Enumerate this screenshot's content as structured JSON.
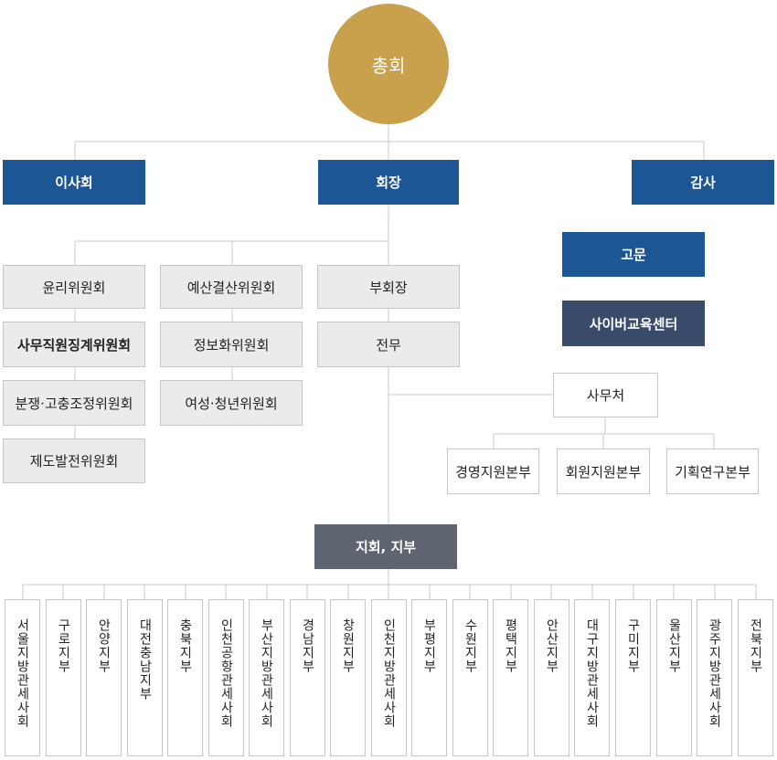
{
  "assembly": "총회",
  "board": "이사회",
  "president": "회장",
  "auditor": "감사",
  "advisor": "고문",
  "cyber_center": "사이버교육센터",
  "committees": {
    "ethics": "윤리위원회",
    "staff_discipline": "사무직원징계위원회",
    "dispute": "분쟁·고충조정위원회",
    "system": "제도발전위원회",
    "budget": "예산결산위원회",
    "informatization": "정보화위원회",
    "women_youth": "여성·청년위원회"
  },
  "vice_president": "부회장",
  "executive": "전무",
  "secretariat": "사무처",
  "divisions": [
    "경영지원본부",
    "회원지원본부",
    "기획연구본부"
  ],
  "chapters_label": "지회, 지부",
  "branches": [
    "서울지방관세사회",
    "구로지부",
    "안양지부",
    "대전충남지부",
    "충북지부",
    "인천공항관세사회",
    "부산지방관세사회",
    "경남지부",
    "창원지부",
    "인천지방관세사회",
    "부평지부",
    "수원지부",
    "평택지부",
    "안산지부",
    "대구지방관세사회",
    "구미지부",
    "울산지부",
    "광주지방관세사회",
    "전북지부"
  ],
  "colors": {
    "gold": "#c9a04c",
    "blue": "#1c5695",
    "navy": "#3a4a6b",
    "slate": "#5e6470",
    "gray_box": "#ebebeb",
    "line": "#c6c6c6"
  }
}
